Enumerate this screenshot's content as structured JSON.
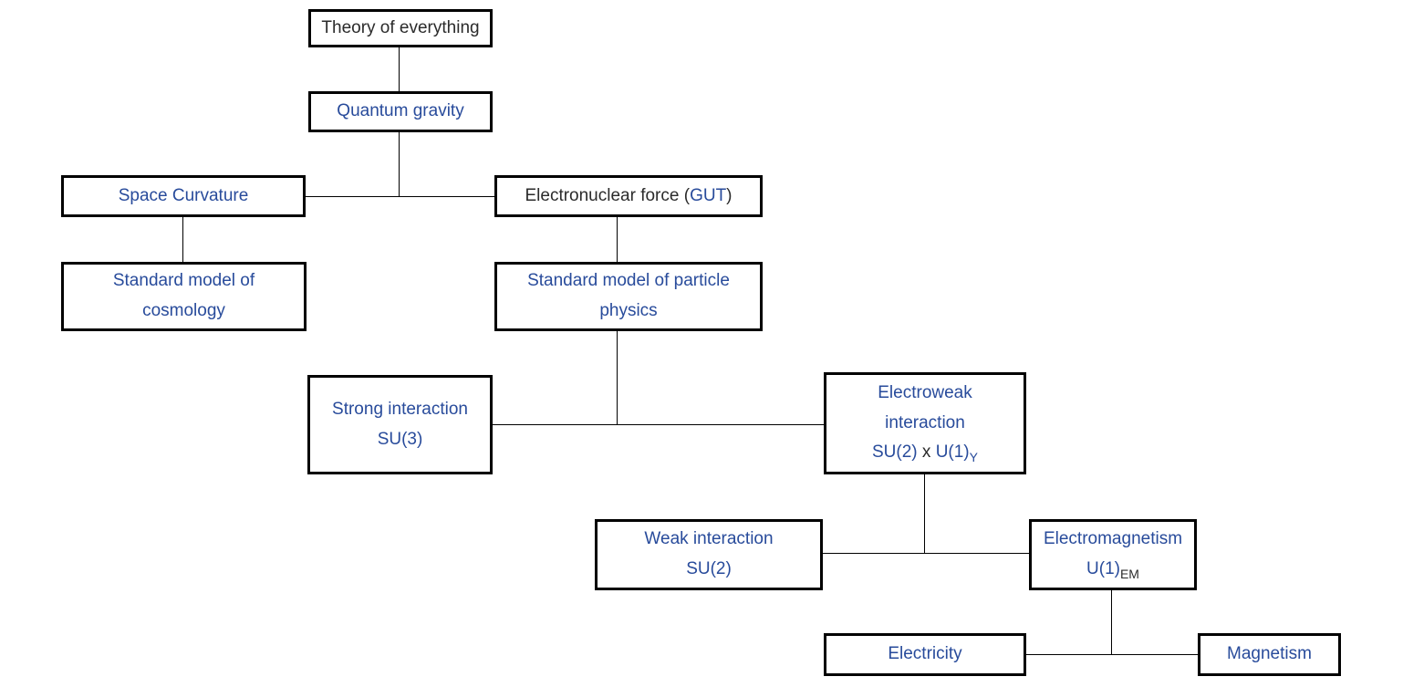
{
  "diagram": {
    "description": "Unification of fundamental forces tree diagram",
    "colors": {
      "link_blue": "#284b9b",
      "plain_text": "#2b2b2b",
      "box_border": "#000000",
      "background": "#ffffff"
    },
    "nodes": {
      "theory_of_everything": {
        "label": "Theory of everything"
      },
      "quantum_gravity": {
        "label": "Quantum gravity"
      },
      "space_curvature": {
        "label": "Space Curvature"
      },
      "electronuclear": {
        "prefix": "Electronuclear force (",
        "link": "GUT",
        "suffix": ")"
      },
      "cosmology": {
        "line1": "Standard model of",
        "line2": "cosmology"
      },
      "particle_physics": {
        "line1": "Standard model of particle",
        "line2": "physics"
      },
      "strong_interaction": {
        "line1": "Strong interaction",
        "line2": "SU(3)"
      },
      "electroweak": {
        "line1": "Electroweak",
        "line2": "interaction",
        "group_a": "SU(2)",
        "times": " x ",
        "group_b": "U(1)",
        "group_b_sub": "Y"
      },
      "weak_interaction": {
        "line1": "Weak interaction",
        "line2": "SU(2)"
      },
      "electromagnetism": {
        "line1": "Electromagnetism",
        "group": "U(1)",
        "group_sub": "EM"
      },
      "electricity": {
        "label": "Electricity"
      },
      "magnetism": {
        "label": "Magnetism"
      }
    }
  }
}
